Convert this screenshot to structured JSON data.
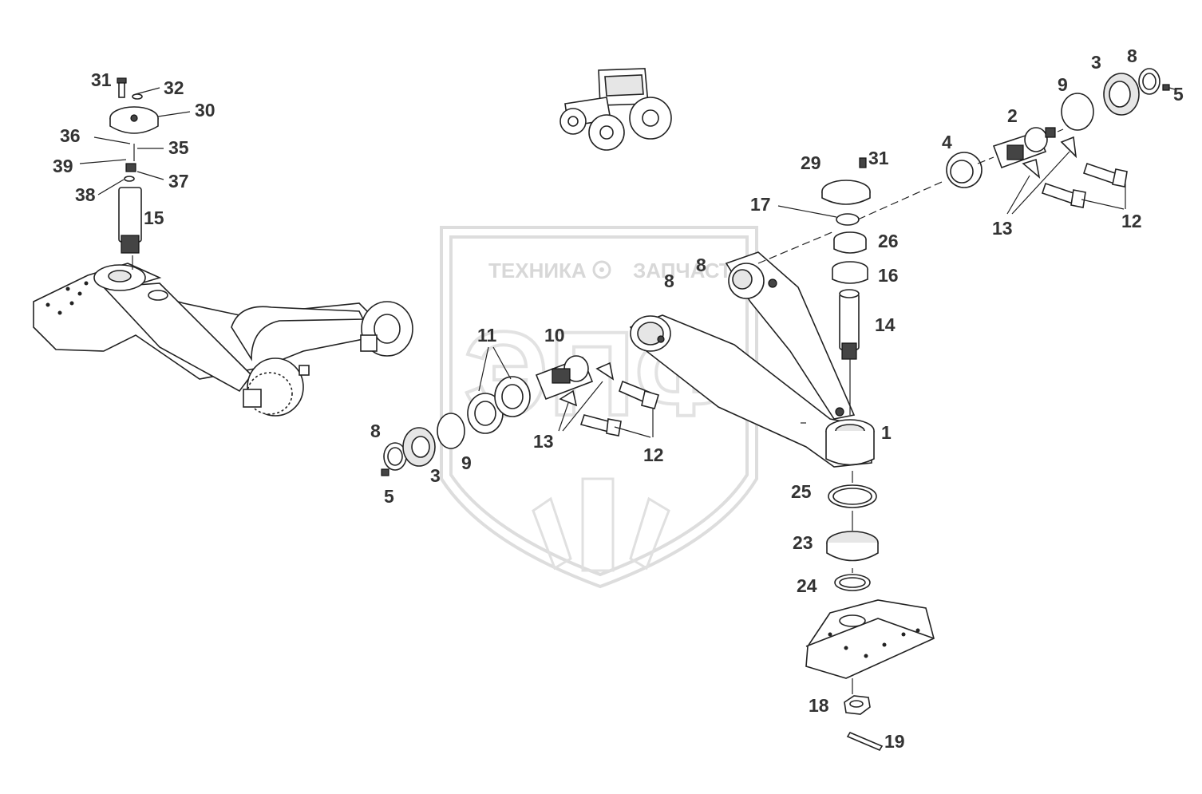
{
  "watermark": {
    "text_left": "ТЕХНИКА",
    "text_right": "ЗАПЧАСТИ",
    "emblem_letters": "ЭПФ",
    "gear_icon": "gear-icon"
  },
  "callouts": {
    "c1": "1",
    "c2": "2",
    "c3a": "3",
    "c3b": "3",
    "c4": "4",
    "c5a": "5",
    "c5b": "5",
    "c8a": "8",
    "c8b": "8",
    "c8c": "8",
    "c8d": "8",
    "c9a": "9",
    "c9b": "9",
    "c10": "10",
    "c11": "11",
    "c12a": "12",
    "c12b": "12",
    "c13a": "13",
    "c13b": "13",
    "c14": "14",
    "c15": "15",
    "c16": "16",
    "c17": "17",
    "c18": "18",
    "c19": "19",
    "c23": "23",
    "c24": "24",
    "c25": "25",
    "c26": "26",
    "c29": "29",
    "c30": "30",
    "c31a": "31",
    "c31b": "31",
    "c32": "32",
    "c35": "35",
    "c36": "36",
    "c37": "37",
    "c38": "38",
    "c39": "39"
  },
  "colors": {
    "line": "#222222",
    "label": "#333333",
    "watermark": "#dddddd"
  }
}
